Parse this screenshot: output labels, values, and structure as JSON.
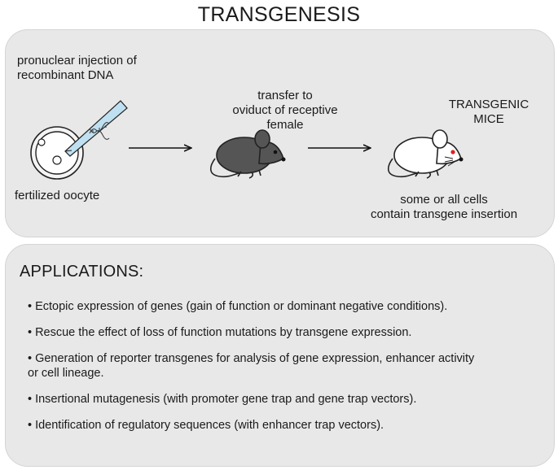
{
  "title": "TRANSGENESIS",
  "diagram": {
    "injection_label": [
      "pronuclear injection of",
      "recombinant DNA"
    ],
    "oocyte_label": "fertilized oocyte",
    "transfer_label": [
      "transfer to",
      "oviduct of receptive",
      "female"
    ],
    "mice_label": [
      "TRANSGENIC",
      "MICE"
    ],
    "cells_label": [
      "some or all cells",
      "contain transgene insertion"
    ],
    "colors": {
      "dark_mouse": "#555555",
      "white_mouse": "#ffffff",
      "eye_red": "#e02020",
      "pipette": "#bfe0f0"
    }
  },
  "applications": {
    "heading": "APPLICATIONS:",
    "bullet": "•",
    "items": [
      [
        "Ectopic expression of genes (gain of function or dominant negative conditions)."
      ],
      [
        "Rescue the effect of loss of function mutations by transgene expression."
      ],
      [
        "Generation of reporter transgenes for analysis of gene expression, enhancer activity",
        "or cell lineage."
      ],
      [
        "Insertional mutagenesis (with promoter gene trap and gene trap vectors)."
      ],
      [
        "Identification of regulatory sequences (with enhancer trap vectors)."
      ]
    ]
  }
}
